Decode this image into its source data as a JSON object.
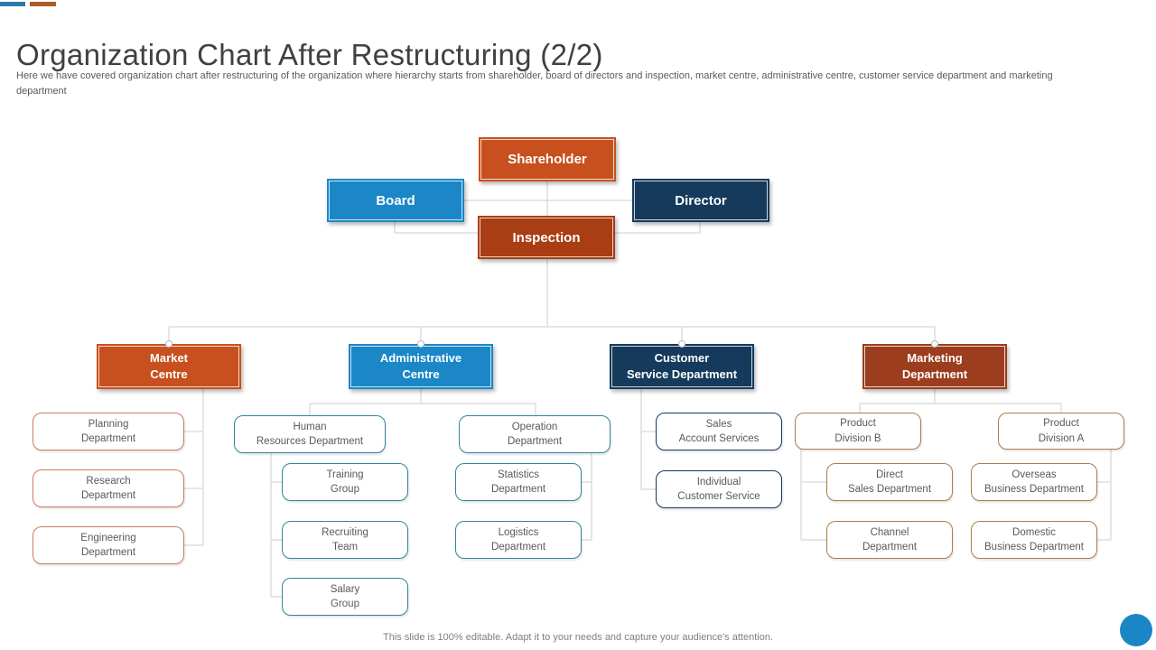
{
  "slide": {
    "title": "Organization Chart After Restructuring (2/2)",
    "subtitle": "Here we have covered organization chart after restructuring of the organization where hierarchy starts from shareholder, board of directors and inspection, market centre, administrative centre, customer service department and marketing department",
    "footer": "This slide is 100% editable. Adapt it to your needs and capture your audience's attention."
  },
  "colors": {
    "orange": "#C8501E",
    "blue": "#1B87C7",
    "navy": "#153A5C",
    "rust": "#A93D13",
    "brick": "#9C3D1E",
    "child_border_orange": "#CB7B58",
    "child_border_teal": "#31859C",
    "child_border_navy": "#17375E",
    "child_border_tan": "#B07C48",
    "connector_line": "#D8D8D8",
    "accent_circle": "#1B86C5"
  },
  "org_chart": {
    "executive": {
      "shareholder": {
        "label": "Shareholder"
      },
      "board": {
        "label": "Board"
      },
      "director": {
        "label": "Director"
      },
      "inspection": {
        "label": "Inspection"
      }
    },
    "departments": {
      "market_centre": {
        "label": "Market\nCentre",
        "children": {
          "planning": {
            "label": "Planning\nDepartment"
          },
          "research": {
            "label": "Research\nDepartment"
          },
          "engineering": {
            "label": "Engineering\nDepartment"
          }
        }
      },
      "administrative_centre": {
        "label": "Administrative\nCentre",
        "children": {
          "hr": {
            "label": "Human\nResources Department"
          },
          "training": {
            "label": "Training\nGroup"
          },
          "recruiting": {
            "label": "Recruiting\nTeam"
          },
          "salary": {
            "label": "Salary\nGroup"
          },
          "operation": {
            "label": "Operation\nDepartment"
          },
          "statistics": {
            "label": "Statistics\nDepartment"
          },
          "logistics": {
            "label": "Logistics\nDepartment"
          }
        }
      },
      "customer_service": {
        "label": "Customer\nService Department",
        "children": {
          "sales_account": {
            "label": "Sales\nAccount Services"
          },
          "individual": {
            "label": "Individual\nCustomer Service"
          }
        }
      },
      "marketing": {
        "label": "Marketing\nDepartment",
        "children": {
          "product_b": {
            "label": "Product\nDivision B"
          },
          "direct_sales": {
            "label": "Direct\nSales Department"
          },
          "channel": {
            "label": "Channel\nDepartment"
          },
          "product_a": {
            "label": "Product\nDivision A"
          },
          "overseas": {
            "label": "Overseas\nBusiness Department"
          },
          "domestic": {
            "label": "Domestic\nBusiness Department"
          }
        }
      }
    }
  }
}
